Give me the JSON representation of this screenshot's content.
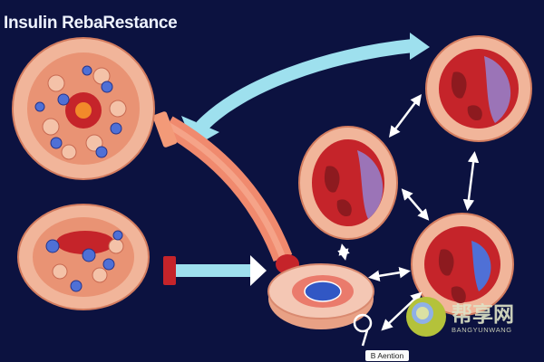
{
  "title": "Insulin RebaRestance",
  "callout_label": "B Aention",
  "watermark": {
    "cn": "帮享网",
    "en": "BANGYUNWANG"
  },
  "colors": {
    "background": "#0c1240",
    "tissue_outer": "#f1b59a",
    "tissue_inner": "#e99374",
    "blood_red": "#c5242a",
    "cell_blue": "#4f70d6",
    "arrow_cyan": "#9ee0ee",
    "arrow_white": "#ffffff",
    "vessel_pink": "#f08a6e",
    "purple_chamber": "#9b74b7"
  },
  "icons": [
    "curved-cyan-arrow",
    "double-headed-arrow",
    "blood-vessel",
    "magnifier-icon"
  ]
}
